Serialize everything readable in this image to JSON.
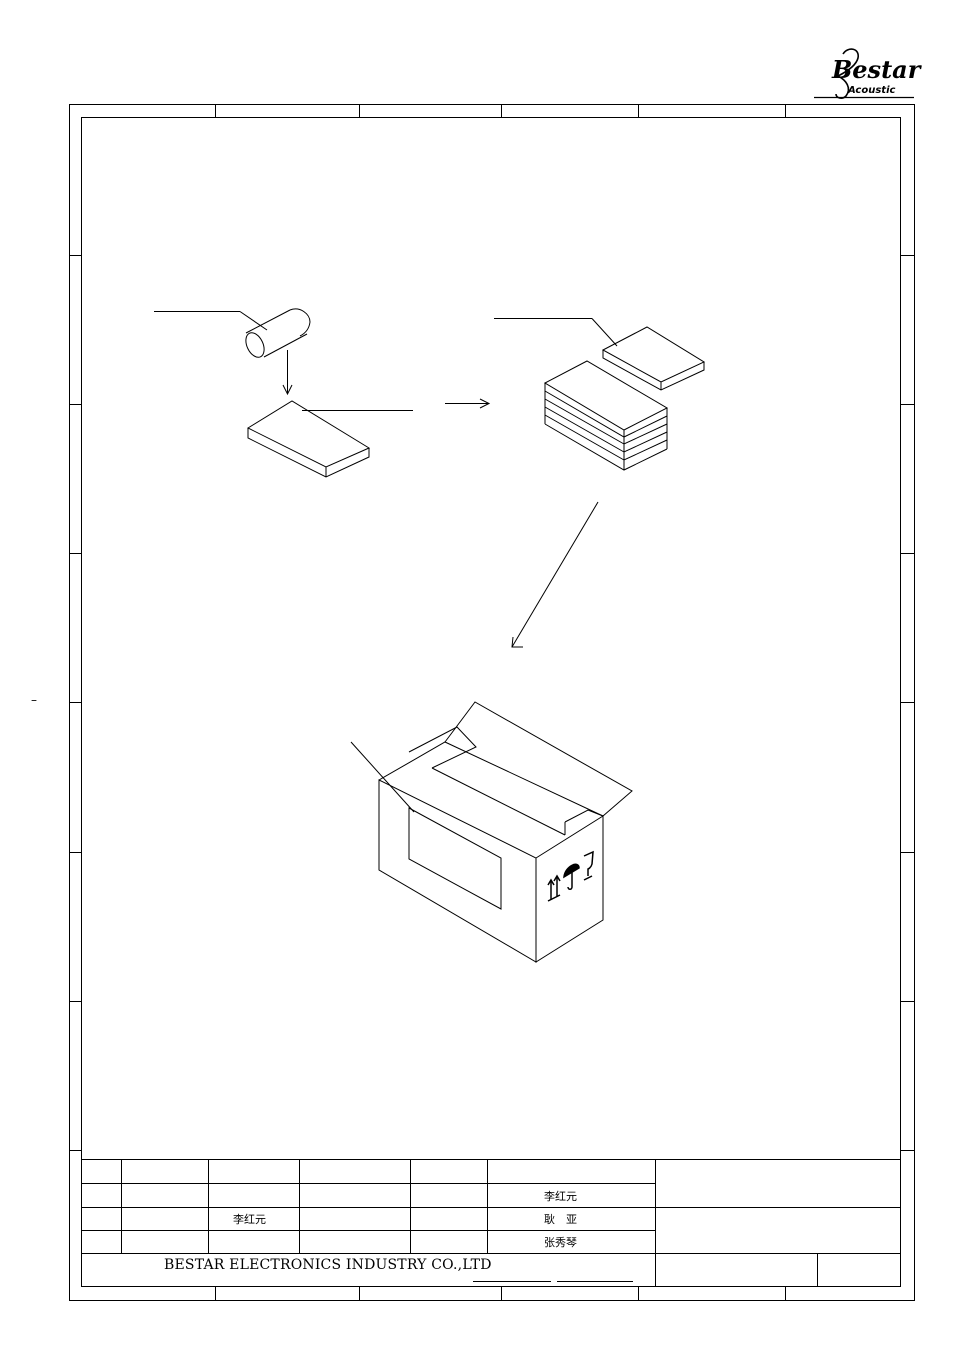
{
  "logo": {
    "brand": "Bestar",
    "sub": "Acoustic"
  },
  "title_block": {
    "row2_reviewer": "李红元",
    "row3_designer": "李红元",
    "row3_checker": "耿　亚",
    "row4_approver": "张秀琴",
    "company": "BESTAR ELECTRONICS INDUSTRY CO.,LTD"
  },
  "diagram": {
    "margin_mark": "–"
  }
}
